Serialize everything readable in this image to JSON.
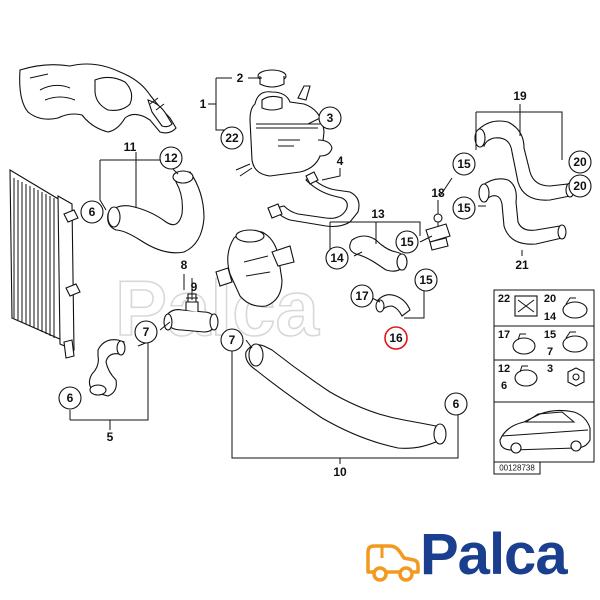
{
  "callouts": [
    {
      "id": "c2",
      "label": "2"
    },
    {
      "id": "c1",
      "label": "1"
    },
    {
      "id": "c22",
      "label": "22"
    },
    {
      "id": "c3",
      "label": "3"
    },
    {
      "id": "c4",
      "label": "4"
    },
    {
      "id": "c11",
      "label": "11"
    },
    {
      "id": "c12",
      "label": "12"
    },
    {
      "id": "c6a",
      "label": "6"
    },
    {
      "id": "c19",
      "label": "19"
    },
    {
      "id": "c15a",
      "label": "15"
    },
    {
      "id": "c20a",
      "label": "20"
    },
    {
      "id": "c20b",
      "label": "20"
    },
    {
      "id": "c18",
      "label": "18"
    },
    {
      "id": "c15b",
      "label": "15"
    },
    {
      "id": "c13",
      "label": "13"
    },
    {
      "id": "c14",
      "label": "14"
    },
    {
      "id": "c15c",
      "label": "15"
    },
    {
      "id": "c21",
      "label": "21"
    },
    {
      "id": "c15d",
      "label": "15"
    },
    {
      "id": "c17",
      "label": "17"
    },
    {
      "id": "c16",
      "label": "16"
    },
    {
      "id": "c8",
      "label": "8"
    },
    {
      "id": "c9",
      "label": "9"
    },
    {
      "id": "c7a",
      "label": "7"
    },
    {
      "id": "c7b",
      "label": "7"
    },
    {
      "id": "c6b",
      "label": "6"
    },
    {
      "id": "c5",
      "label": "5"
    },
    {
      "id": "c6c",
      "label": "6"
    },
    {
      "id": "c10",
      "label": "10"
    }
  ],
  "legend": {
    "rows": [
      {
        "left": "22",
        "right": "20",
        "right2": "14"
      },
      {
        "left": "17",
        "right": "15",
        "right2": "7"
      },
      {
        "left": "12",
        "left2": "6",
        "right": "3"
      }
    ]
  },
  "diagram_code": "00128738",
  "watermark": "Palca",
  "logo": {
    "text": "Palca",
    "color": "#1a3f8f",
    "accent": "#f29a1f"
  },
  "highlight_color": "#e0161b"
}
